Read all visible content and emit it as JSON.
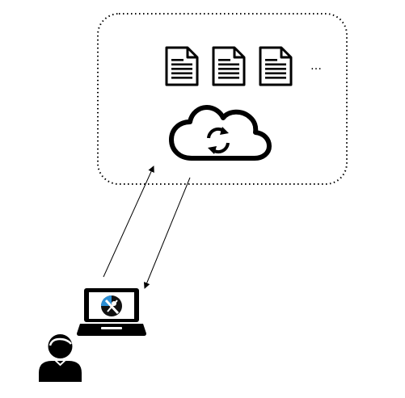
{
  "diagram": {
    "cloud_group": {
      "documents": [
        {
          "icon": "document-icon"
        },
        {
          "icon": "document-icon"
        },
        {
          "icon": "document-icon"
        }
      ],
      "more_indicator": "…",
      "cloud_icon": "cloud-sync-icon"
    },
    "client": {
      "laptop_icon": "laptop-icon",
      "app_logo_icon": "app-logo-icon",
      "user_icon": "user-icon"
    },
    "connections": [
      {
        "from": "client",
        "to": "cloud",
        "icon": "upload-arrow-icon"
      },
      {
        "from": "cloud",
        "to": "client",
        "icon": "download-arrow-icon"
      }
    ],
    "colors": {
      "stroke": "#000000",
      "fill": "#000000",
      "background": "#ffffff",
      "logo_blue": "#2b8fd6"
    }
  }
}
